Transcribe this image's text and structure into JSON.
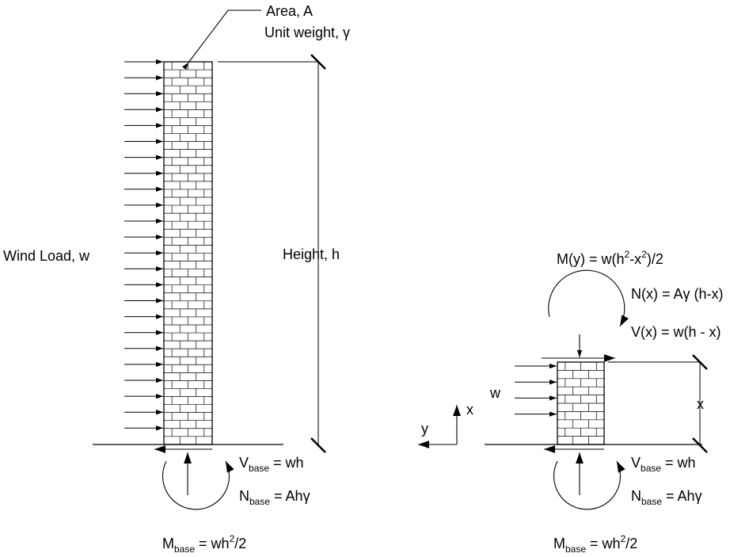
{
  "colors": {
    "ink": "#000000",
    "background": "#ffffff"
  },
  "left_figure": {
    "area_label": "Area, A",
    "unit_weight_label": "Unit weight, γ",
    "wind_load_label": "Wind Load, w",
    "height_label": "Height, h",
    "v_base": {
      "sym": "V",
      "sub": "base",
      "rhs": " = wh"
    },
    "n_base": {
      "sym": "N",
      "sub": "base",
      "rhs": " = Ahγ"
    },
    "m_base": {
      "sym": "M",
      "sub": "base",
      "mid": " = wh",
      "sup": "2",
      "end": "/2"
    }
  },
  "right_figure": {
    "m_y": {
      "lhs": "M(y)  = w(h",
      "sup1": "2",
      "mid": "-x",
      "sup2": "2",
      "end": ")/2"
    },
    "n_x": "N(x) = Aγ (h-x)",
    "v_x": "V(x) = w(h - x)",
    "w_label": "w",
    "x_dim_label": "x",
    "axis_x_label": "x",
    "axis_y_label": "y",
    "v_base": {
      "sym": "V",
      "sub": "base",
      "rhs": " = wh"
    },
    "n_base": {
      "sym": "N",
      "sub": "base",
      "rhs": " = Ahγ"
    },
    "m_base": {
      "sym": "M",
      "sub": "base",
      "mid": " = wh",
      "sup": "2",
      "end": "/2"
    }
  }
}
